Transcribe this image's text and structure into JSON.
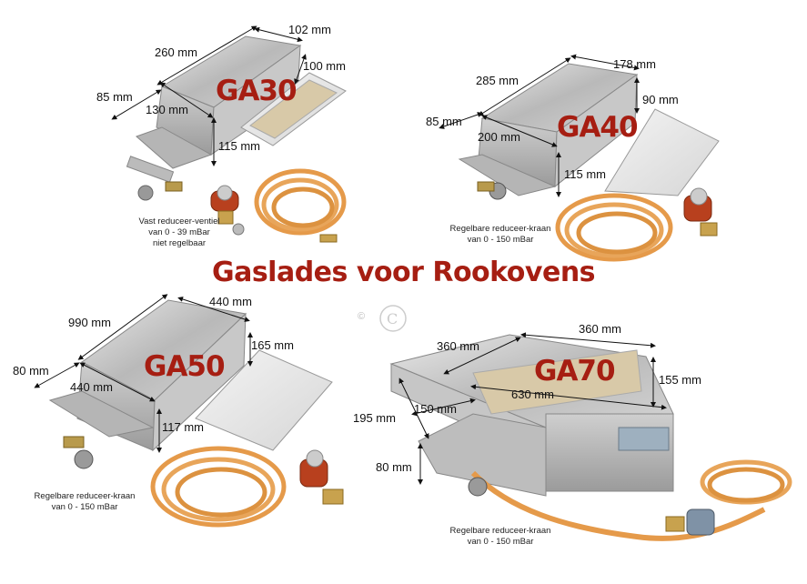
{
  "page_title": "Gaslades voor Rookovens",
  "copyright_mark": "©",
  "panels": {
    "ga30": {
      "model": "GA30",
      "dims": {
        "length": "260 mm",
        "width": "102 mm",
        "side_width": "85 mm",
        "inner_length": "130 mm",
        "tray_height": "100 mm",
        "height": "115 mm"
      },
      "caption": [
        "Vast reduceer-ventiel",
        "van 0 - 39 mBar",
        "niet regelbaar"
      ]
    },
    "ga40": {
      "model": "GA40",
      "dims": {
        "length": "285 mm",
        "width": "178 mm",
        "side_width": "85 mm",
        "inner_length": "200 mm",
        "tray_height": "90 mm",
        "height": "115 mm"
      },
      "caption": [
        "Regelbare reduceer-kraan",
        "van 0 - 150 mBar"
      ]
    },
    "ga50": {
      "model": "GA50",
      "dims": {
        "length": "990 mm",
        "width": "440 mm",
        "side_width": "80 mm",
        "inner_length": "440 mm",
        "tray_height": "165 mm",
        "height": "117 mm"
      },
      "caption": [
        "Regelbare reduceer-kraan",
        "van 0 - 150 mBar"
      ]
    },
    "ga70": {
      "model": "GA70",
      "dims": {
        "length": "360 mm",
        "width": "360 mm",
        "depth": "195 mm",
        "inner_length": "150 mm",
        "plate_length": "630 mm",
        "height": "155 mm",
        "side_width": "80 mm"
      },
      "caption": [
        "Regelbare reduceer-kraan",
        "van 0 - 150 mBar"
      ]
    }
  }
}
